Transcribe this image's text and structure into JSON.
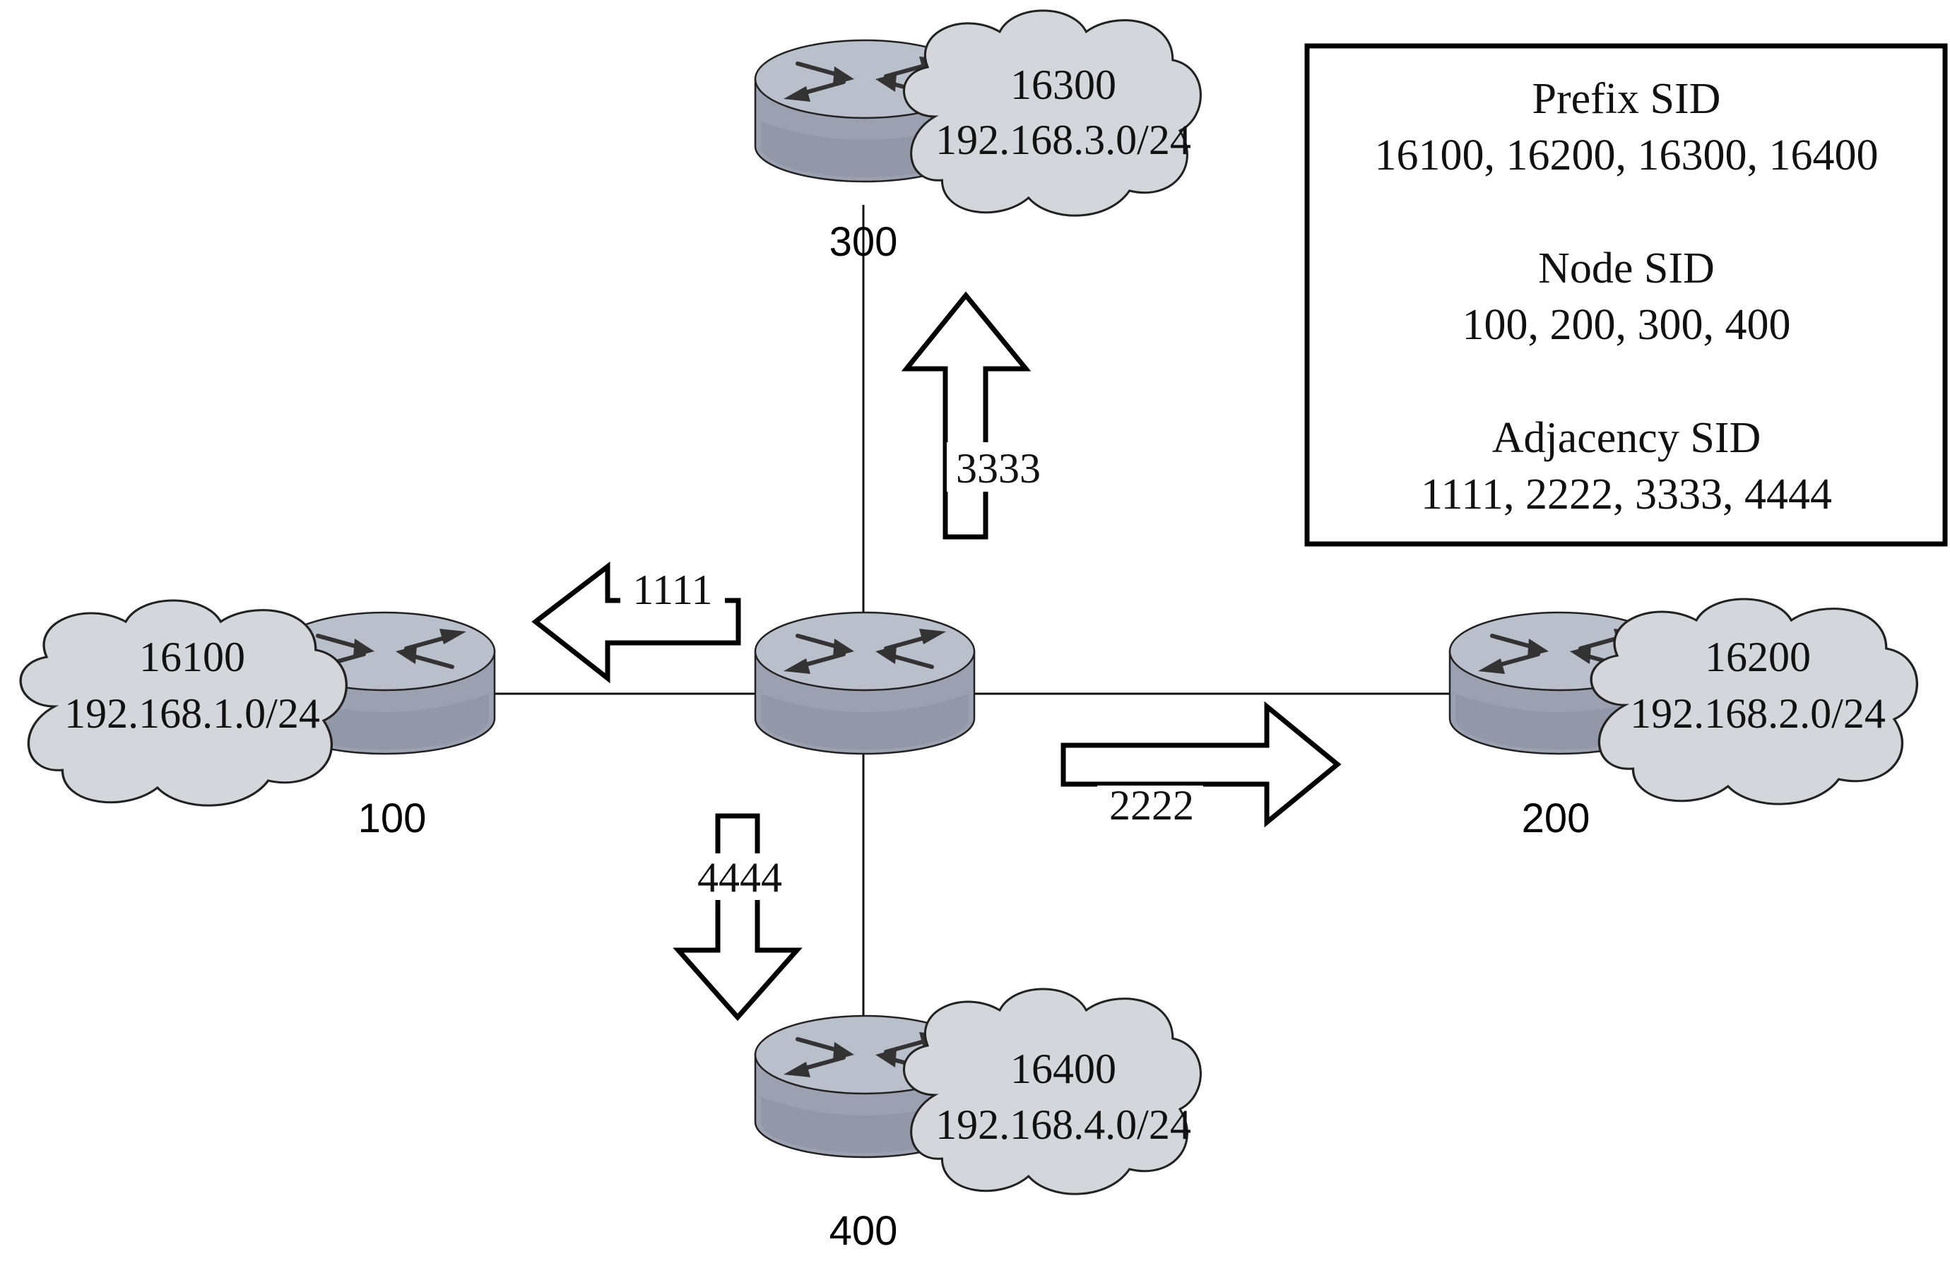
{
  "center_router": {
    "icon": "router-icon"
  },
  "nodes": {
    "n100": {
      "node_sid": "100",
      "prefix_sid": "16100",
      "subnet": "192.168.1.0/24"
    },
    "n200": {
      "node_sid": "200",
      "prefix_sid": "16200",
      "subnet": "192.168.2.0/24"
    },
    "n300": {
      "node_sid": "300",
      "prefix_sid": "16300",
      "subnet": "192.168.3.0/24"
    },
    "n400": {
      "node_sid": "400",
      "prefix_sid": "16400",
      "subnet": "192.168.4.0/24"
    }
  },
  "adjacency_arrows": {
    "to100": {
      "label": "1111",
      "direction": "left"
    },
    "to200": {
      "label": "2222",
      "direction": "right"
    },
    "to300": {
      "label": "3333",
      "direction": "up"
    },
    "to400": {
      "label": "4444",
      "direction": "down"
    }
  },
  "legend": {
    "prefix_title": "Prefix SID",
    "prefix_values": "16100, 16200, 16300, 16400",
    "node_title": "Node SID",
    "node_values": "100, 200, 300, 400",
    "adjacency_title": "Adjacency SID",
    "adjacency_values": "1111, 2222, 3333, 4444"
  },
  "colors": {
    "router_top": "#b9bfcb",
    "router_side": "#9ba1b1",
    "cloud_fill": "#d5d6dc",
    "line": "#111111"
  }
}
